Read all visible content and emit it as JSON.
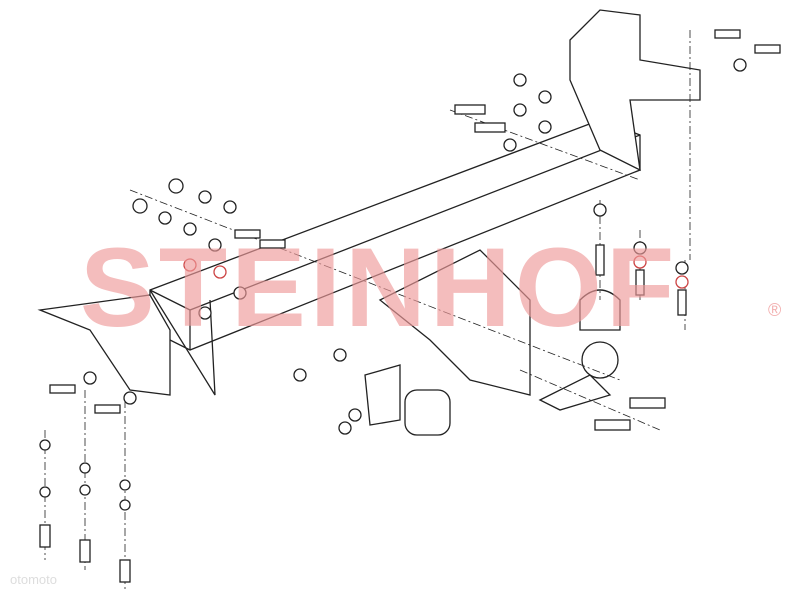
{
  "diagram": {
    "type": "exploded-assembly",
    "subject": "tow bar (towing hitch) assembly",
    "parts": [
      "crossbar beam",
      "left mounting bracket",
      "right mounting bracket",
      "tow ball with neck",
      "ball cover cap",
      "socket mounting plate",
      "electrical socket",
      "bolts",
      "nuts",
      "washers"
    ]
  },
  "watermark": {
    "brand": "STEINHOF",
    "registered": "®",
    "color": "#ef9a9a"
  },
  "marketplace_watermark": "otomoto"
}
